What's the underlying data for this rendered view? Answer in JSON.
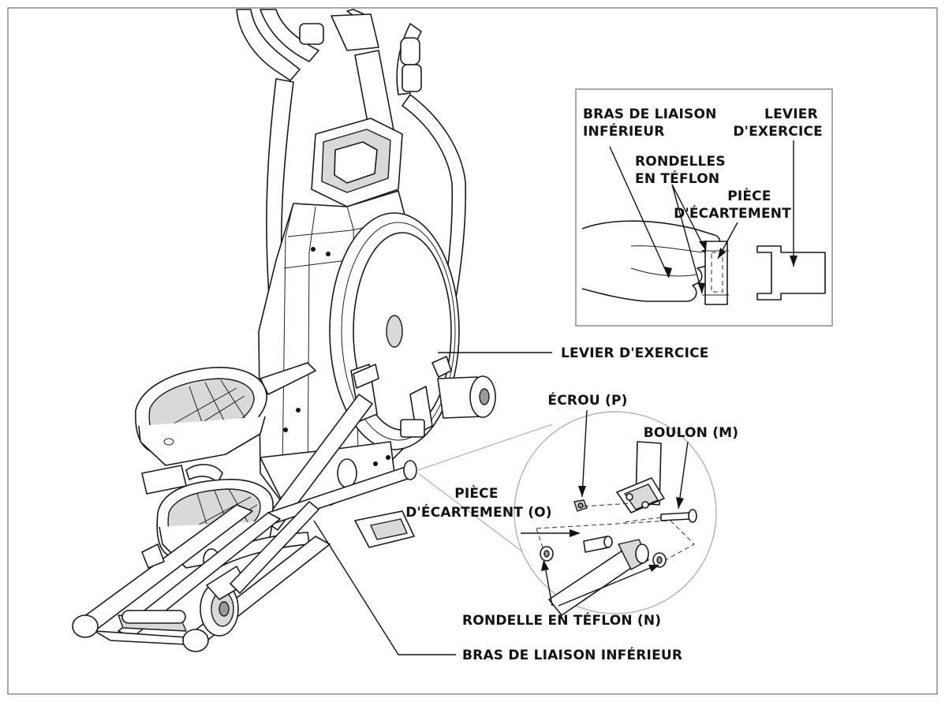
{
  "labels": {
    "lower_link_arm_inset": "BRAS DE LIAISON INFÉRIEUR",
    "exercise_lever_inset": "LEVIER D'EXERCICE",
    "teflon_washers_inset": "RONDELLES EN TÉFLON",
    "spacer_inset": "PIÈCE D'ÉCARTEMENT",
    "exercise_lever_main": "LEVIER D'EXERCICE",
    "nut": "ÉCROU (P)",
    "bolt": "BOULON (M)",
    "spacer_o": "PIÈCE D'ÉCARTEMENT (O)",
    "teflon_washer_n": "RONDELLE EN TÉFLON (N)",
    "lower_link_arm_main": "BRAS DE LIAISON INFÉRIEUR"
  },
  "label_lines": {
    "lower_link_arm_inset": [
      "BRAS DE LIAISON",
      "INFÉRIEUR"
    ],
    "exercise_lever_inset": [
      "LEVIER",
      "D'EXERCICE"
    ],
    "teflon_washers_inset": [
      "RONDELLES",
      "EN TÉFLON"
    ],
    "spacer_inset": [
      "PIÈCE",
      "D'ÉCARTEMENT"
    ],
    "spacer_o": [
      "PIÈCE",
      "D'ÉCARTEMENT (O)"
    ]
  },
  "colors": {
    "ink": "#111111",
    "frame": "#8c8c8c",
    "machine_fill": "#ffffff",
    "shade": "#d9d9d9",
    "dark_shade": "#9a9a9a",
    "callout_circle": "#b5b5b5"
  }
}
